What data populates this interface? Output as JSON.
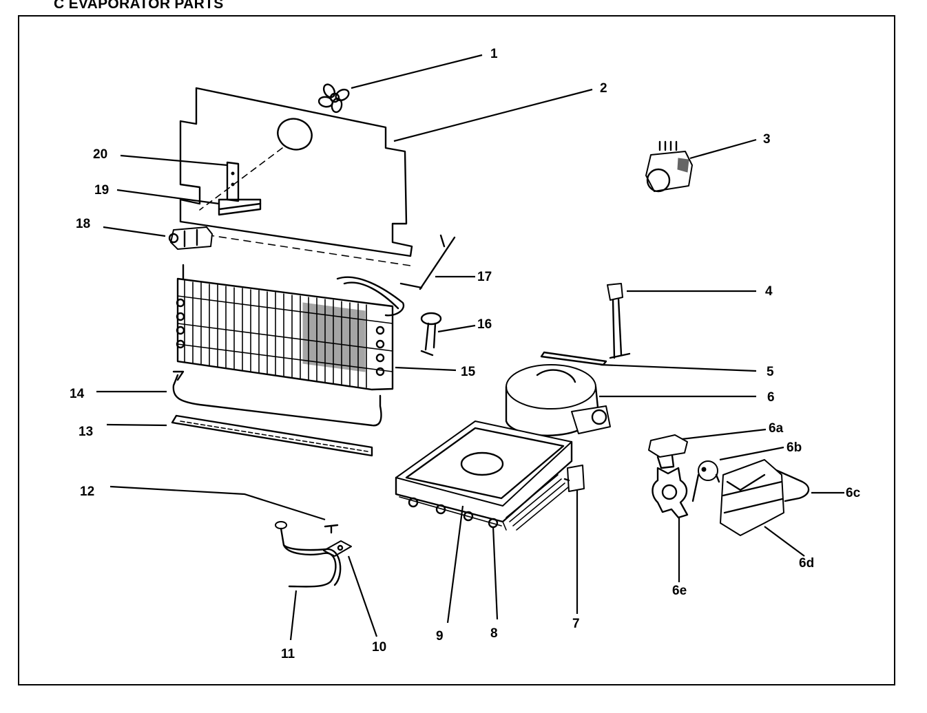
{
  "title": "C EVAPORATOR PARTS",
  "parts": [
    {
      "id": "p1",
      "label": "1"
    },
    {
      "id": "p2",
      "label": "2"
    },
    {
      "id": "p3",
      "label": "3"
    },
    {
      "id": "p4",
      "label": "4"
    },
    {
      "id": "p5",
      "label": "5"
    },
    {
      "id": "p6",
      "label": "6"
    },
    {
      "id": "p6a",
      "label": "6a"
    },
    {
      "id": "p6b",
      "label": "6b"
    },
    {
      "id": "p6c",
      "label": "6c"
    },
    {
      "id": "p6d",
      "label": "6d"
    },
    {
      "id": "p6e",
      "label": "6e"
    },
    {
      "id": "p7",
      "label": "7"
    },
    {
      "id": "p8",
      "label": "8"
    },
    {
      "id": "p9",
      "label": "9"
    },
    {
      "id": "p10",
      "label": "10"
    },
    {
      "id": "p11",
      "label": "11"
    },
    {
      "id": "p12",
      "label": "12"
    },
    {
      "id": "p13",
      "label": "13"
    },
    {
      "id": "p14",
      "label": "14"
    },
    {
      "id": "p15",
      "label": "15"
    },
    {
      "id": "p16",
      "label": "16"
    },
    {
      "id": "p17",
      "label": "17"
    },
    {
      "id": "p18",
      "label": "18"
    },
    {
      "id": "p19",
      "label": "19"
    },
    {
      "id": "p20",
      "label": "20"
    }
  ]
}
